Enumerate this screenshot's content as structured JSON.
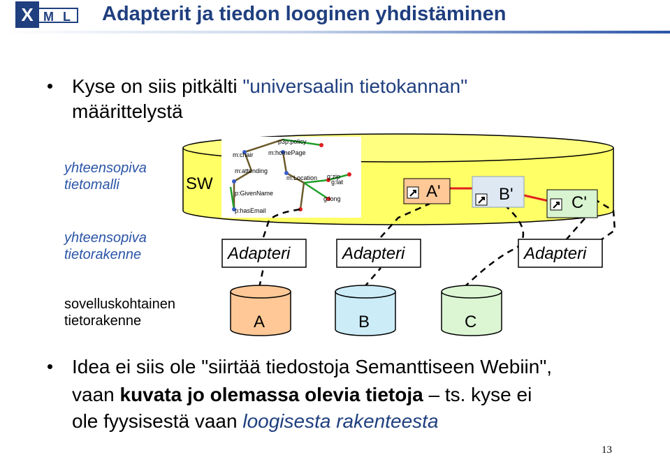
{
  "logo": {
    "x": "X",
    "ml": "M L"
  },
  "title": "Adapterit ja tiedon looginen yhdistäminen",
  "bullet1": {
    "pre": "Kyse on siis pitkälti ",
    "quoted": "\"universaalin tietokannan\"",
    "post": "määrittelystä"
  },
  "left_labels": {
    "model": [
      "yhteensopiva",
      "tietomalli"
    ],
    "structure": [
      "yhteensopiva",
      "tietorakenne"
    ],
    "app": [
      "sovelluskohtainen",
      "tietorakenne"
    ]
  },
  "diagram": {
    "sw": "SW",
    "views": [
      "A'",
      "B'",
      "C'"
    ],
    "adapters": [
      "Adapteri",
      "Adapteri",
      "Adapteri"
    ],
    "sources": [
      "A",
      "B",
      "C"
    ],
    "graph_labels": [
      "p3p:policy",
      "m:chair",
      "m:homePage",
      "m:attending",
      "m:Location",
      "g:zip",
      "g:lat",
      "p:GivenName",
      "g:long",
      "p:hasEmail"
    ]
  },
  "bullet2": {
    "line1": "Idea ei siis ole \"siirtää tiedostoja Semanttiseen Webiin\",",
    "line2_pre": "vaan ",
    "line2_bold": "kuvata jo olemassa olevia tietoja",
    "line2_post": " – ts. kyse ei",
    "line3_pre": "ole fyysisestä vaan ",
    "line3_ital": "loogisesta rakenteesta"
  },
  "page_number": "13",
  "colors": {
    "title": "#1f3f7f",
    "cylinder": "#ffff66",
    "view_a": "#ffc896",
    "view_b": "#dde8f2",
    "view_c": "#d8f4d0",
    "source_a": "#ffc896",
    "source_b": "#ccecf8",
    "source_c": "#dcf6d4"
  }
}
